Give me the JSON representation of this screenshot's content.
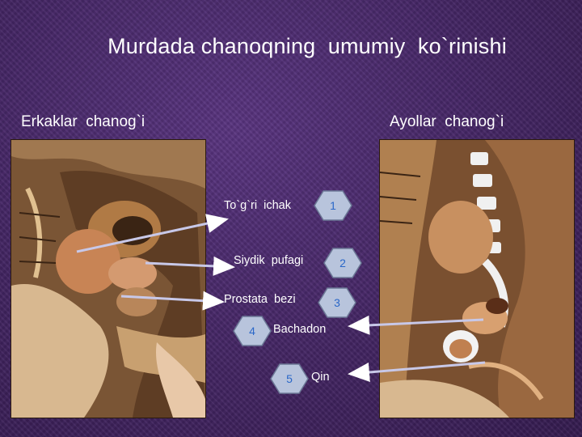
{
  "title": "Murdada chanoqning  umumiy  ko`rinishi",
  "left_panel": {
    "heading": "Erkaklar  chanog`i"
  },
  "right_panel": {
    "heading": "Ayollar  chanog`i"
  },
  "labels": [
    {
      "number": "1",
      "text": "To`g`ri  ichak"
    },
    {
      "number": "2",
      "text": "Siydik  pufagi"
    },
    {
      "number": "3",
      "text": "Prostata  bezi"
    },
    {
      "number": "4",
      "text": "Bachadon"
    },
    {
      "number": "5",
      "text": "Qin"
    }
  ],
  "colors": {
    "background": "#4a2a6a",
    "badge_fill": "#b8c4dc",
    "badge_text": "#2a67c8",
    "text": "#ffffff"
  }
}
